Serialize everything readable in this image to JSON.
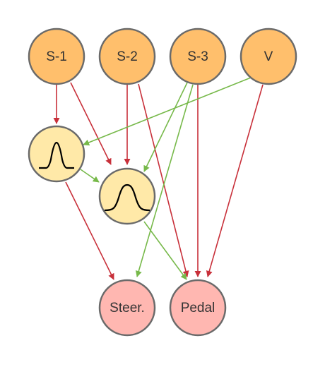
{
  "colors": {
    "input_node_fill": "#ffbf6c",
    "hidden_node_fill": "#ffe9a8",
    "output_node_fill": "#ffb7b1",
    "node_stroke": "#6a6a6a",
    "red_edge": "#c8303a",
    "green_edge": "#77b94a"
  },
  "nodes": {
    "s1": {
      "label": "S-1"
    },
    "s2": {
      "label": "S-2"
    },
    "s3": {
      "label": "S-3"
    },
    "v": {
      "label": "V"
    },
    "h1": {
      "icon": "narrow-bell-curve-icon"
    },
    "h2": {
      "icon": "wide-bell-curve-icon"
    },
    "steer": {
      "label": "Steer."
    },
    "pedal": {
      "label": "Pedal"
    }
  },
  "edges": [
    {
      "from": "s1",
      "to": "h1",
      "color": "red"
    },
    {
      "from": "s1",
      "to": "h2",
      "color": "red"
    },
    {
      "from": "s2",
      "to": "h2",
      "color": "red"
    },
    {
      "from": "s2",
      "to": "pedal",
      "color": "red"
    },
    {
      "from": "s3",
      "to": "h2",
      "color": "green"
    },
    {
      "from": "s3",
      "to": "steer",
      "color": "green"
    },
    {
      "from": "s3",
      "to": "pedal",
      "color": "red"
    },
    {
      "from": "v",
      "to": "h1",
      "color": "green"
    },
    {
      "from": "v",
      "to": "pedal",
      "color": "red"
    },
    {
      "from": "h1",
      "to": "h2",
      "color": "green"
    },
    {
      "from": "h1",
      "to": "steer",
      "color": "red"
    },
    {
      "from": "h2",
      "to": "pedal",
      "color": "green"
    }
  ]
}
